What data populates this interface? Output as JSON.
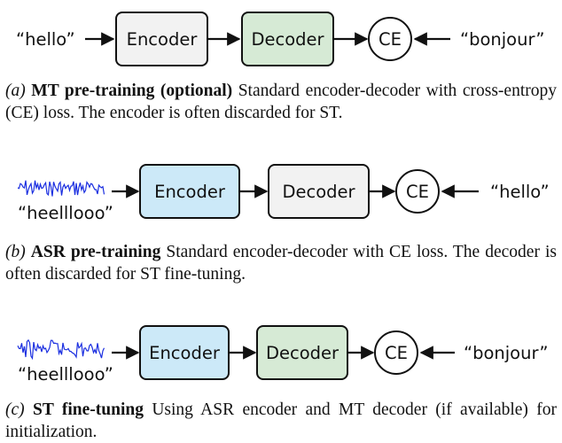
{
  "colors": {
    "encoder_gray": "#f2f2f2",
    "decoder_green": "#d6ead5",
    "encoder_blue": "#cce9f8",
    "decoder_gray": "#f2f2f2",
    "waveform": "#1a2ee0",
    "stroke": "#111111"
  },
  "panels": [
    {
      "input_text": "“hello”",
      "encoder_label": "Encoder",
      "decoder_label": "Decoder",
      "loss_label": "CE",
      "target_text": "“bonjour”",
      "caption": {
        "prefix": "(a)",
        "title": "MT pre-training (optional)",
        "body": " Standard encoder-decoder with cross-entropy (CE) loss. The encoder is often discarded for ST."
      }
    },
    {
      "input_text": "“heelllooo”",
      "encoder_label": "Encoder",
      "decoder_label": "Decoder",
      "loss_label": "CE",
      "target_text": "“hello”",
      "caption": {
        "prefix": "(b)",
        "title": "ASR pre-training",
        "body": " Standard encoder-decoder with CE loss. The decoder is often discarded for ST fine-tuning."
      }
    },
    {
      "input_text": "“heelllooo”",
      "encoder_label": "Encoder",
      "decoder_label": "Decoder",
      "loss_label": "CE",
      "target_text": "“bonjour”",
      "caption": {
        "prefix": "(c)",
        "title": "ST fine-tuning",
        "body": " Using ASR encoder and MT decoder (if available) for initialization."
      }
    }
  ]
}
